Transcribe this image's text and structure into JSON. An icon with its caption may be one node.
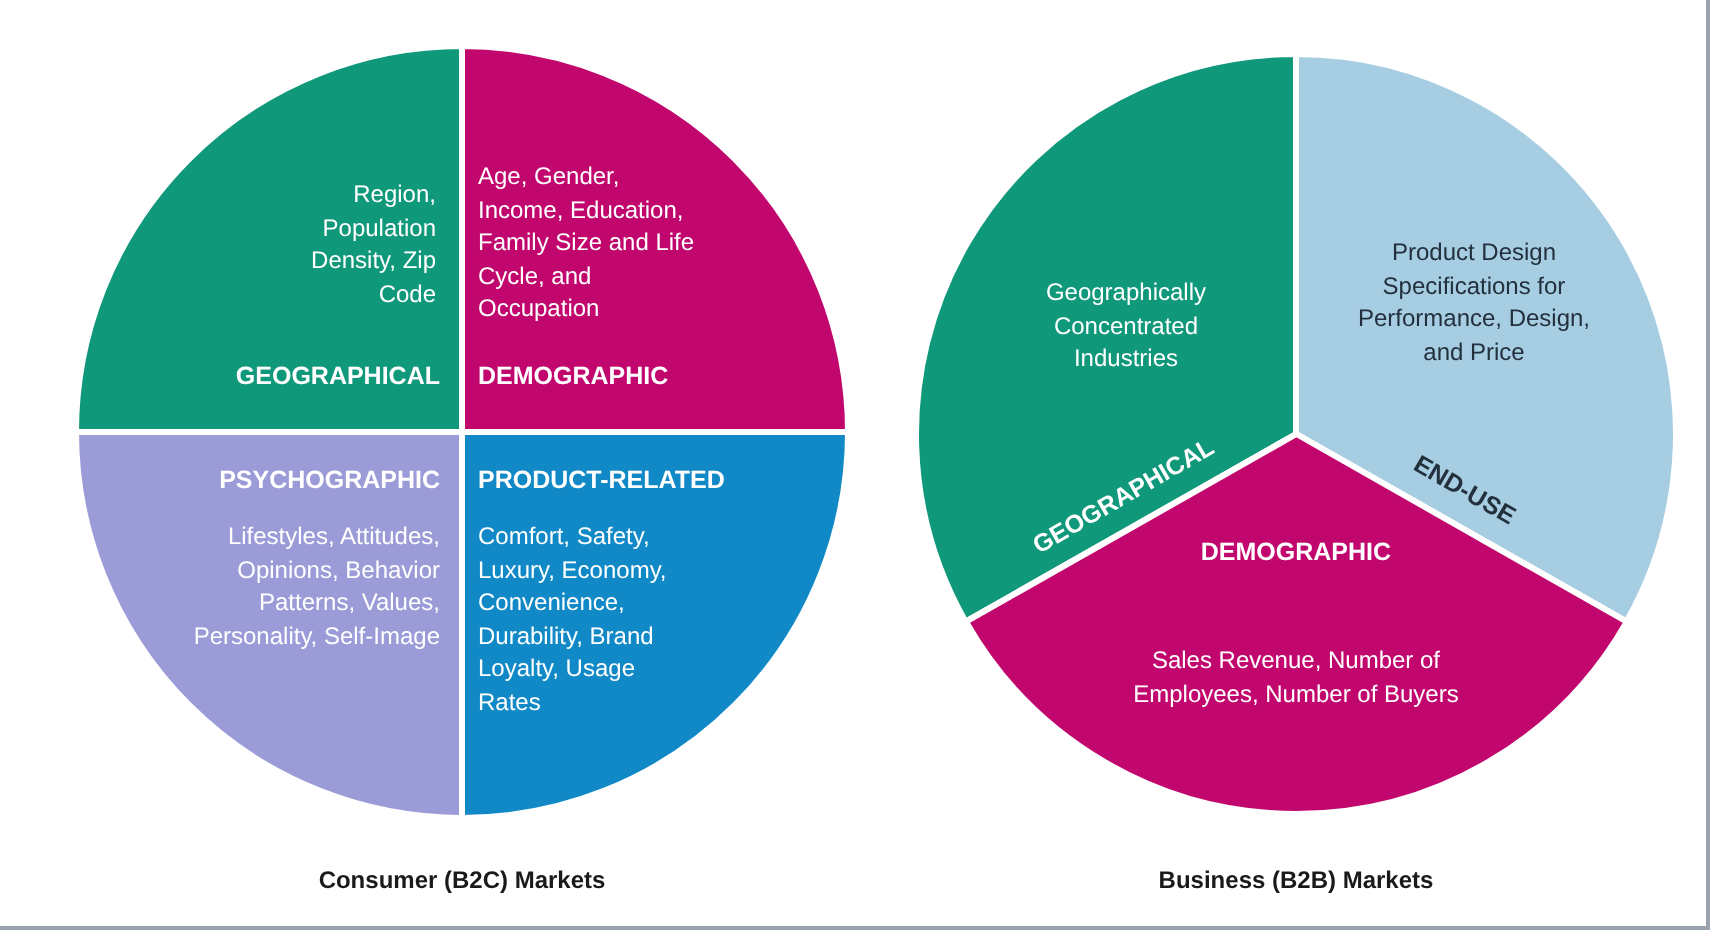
{
  "diagram": {
    "nodes": [
      {
        "text": [
          "Consumer (B2C) Markets"
        ]
      },
      {
        "text": [
          "Region, Population Density, Zip Code",
          "GEOGRAPHICAL"
        ],
        "in": 0
      },
      {
        "text": [
          "Age, Gender, Income, Education, Family Size and Life Cycle, and Occupation",
          "DEMOGRAPHIC"
        ],
        "in": 0
      },
      {
        "text": [
          "PSYCHOGRAPHIC",
          "Lifestyles, Attitudes, Opinions, Behavior Patterns, Values, Personality, Self-Image"
        ],
        "in": 0
      },
      {
        "text": [
          "PRODUCT-RELATED",
          "Comfort, Safety, Luxury, Economy, Convenience, Durability, Brand Loyalty, Usage Rates"
        ],
        "in": 0
      },
      {
        "text": [
          "Business (B2B) Markets"
        ]
      },
      {
        "text": [
          "GEOGRAPHICAL",
          "Geographically Concentrated Industries"
        ],
        "in": 5
      },
      {
        "text": [
          "END-USE",
          "Product Design Specifications for Performance, Design, and Price"
        ],
        "in": 5
      },
      {
        "text": [
          "DEMOGRAPHIC",
          "Sales Revenue, Number of Employees, Number of Buyers"
        ],
        "in": 5
      }
    ]
  }
}
